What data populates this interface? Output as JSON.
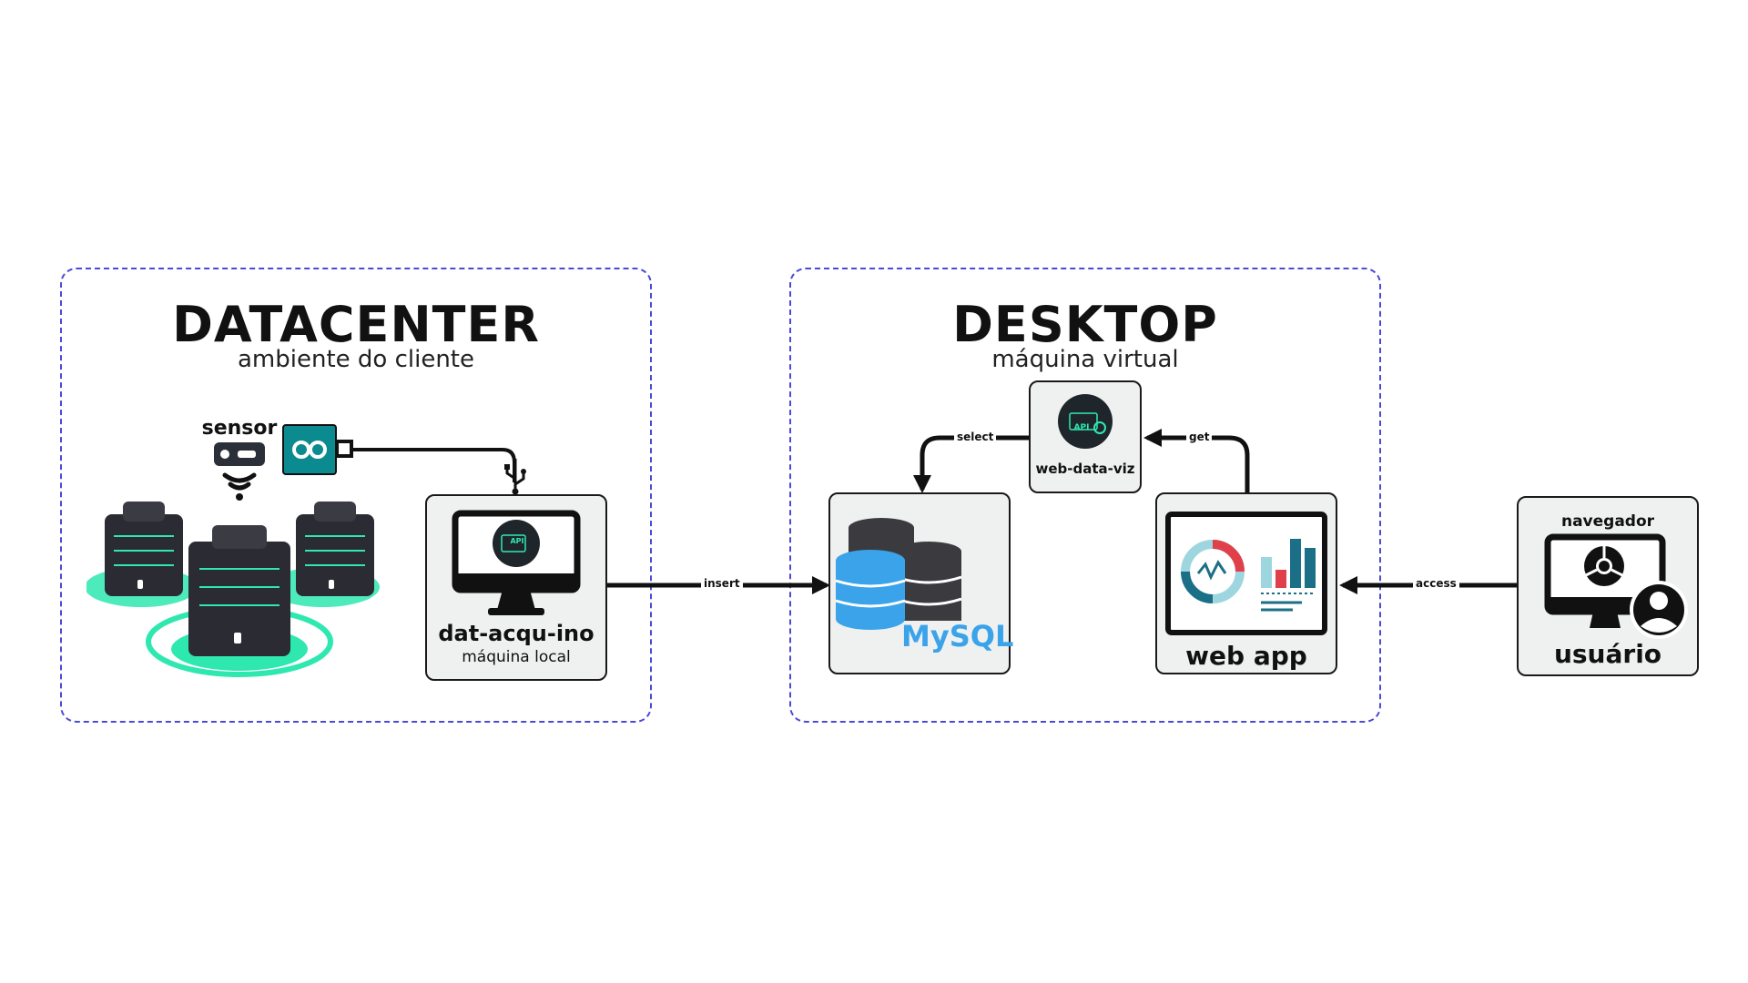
{
  "groups": {
    "datacenter": {
      "title": "DATACENTER",
      "subtitle": "ambiente do cliente"
    },
    "desktop": {
      "title": "DESKTOP",
      "subtitle": "máquina virtual"
    }
  },
  "nodes": {
    "sensor": {
      "label": "sensor"
    },
    "dat_acqu_ino": {
      "label": "dat-acqu-ino",
      "sublabel": "máquina local",
      "badge": "API"
    },
    "mysql": {
      "label": "MySQL"
    },
    "web_data_viz": {
      "label": "web-data-viz",
      "badge": "API"
    },
    "web_app": {
      "label": "web app"
    },
    "usuario": {
      "label": "usuário",
      "sublabel": "navegador"
    }
  },
  "edges": {
    "insert": "insert",
    "select": "select",
    "get": "get",
    "access": "access"
  },
  "colors": {
    "group_border": "#4a4ad8",
    "server_glow": "#2ee8b0",
    "arduino": "#0b8a8f",
    "mysql_blue": "#3aa3ea",
    "chart_teal": "#1b6f86",
    "chart_red": "#e0404a"
  }
}
